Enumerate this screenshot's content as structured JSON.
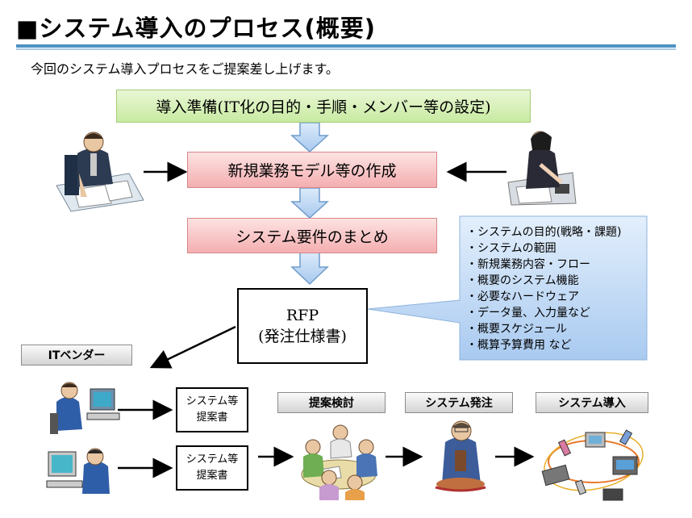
{
  "title": "■システム導入のプロセス(概要)",
  "subtitle": "今回のシステム導入プロセスをご提案差し上げます。",
  "process": {
    "prep": "導入準備(IT化の目的・手順・メンバー等の設定)",
    "model": "新規業務モデル等の作成",
    "requirements": "システム要件のまとめ",
    "rfp_line1": "RFP",
    "rfp_line2": "(発注仕様書)"
  },
  "callout": {
    "items": [
      "・システムの目的(戦略・課題)",
      "・システムの範囲",
      "・新規業務内容・フロー",
      "・概要のシステム機能",
      "・必要なハードウェア",
      "・データ量、入力量など",
      "・概要スケジュール",
      "・概算予算費用 など"
    ]
  },
  "vendor": {
    "label": "ITベンダー",
    "proposal_line1": "システム等",
    "proposal_line2": "提案書"
  },
  "stages": {
    "review": "提案検討",
    "order": "システム発注",
    "deploy": "システム導入"
  },
  "colors": {
    "title_rule": "#4f92c3",
    "green_box": "#c8eaa2",
    "pink_box": "#f4aeb0",
    "callout": "#b9d6f5",
    "arrow_fill": "#bcd7f2"
  }
}
